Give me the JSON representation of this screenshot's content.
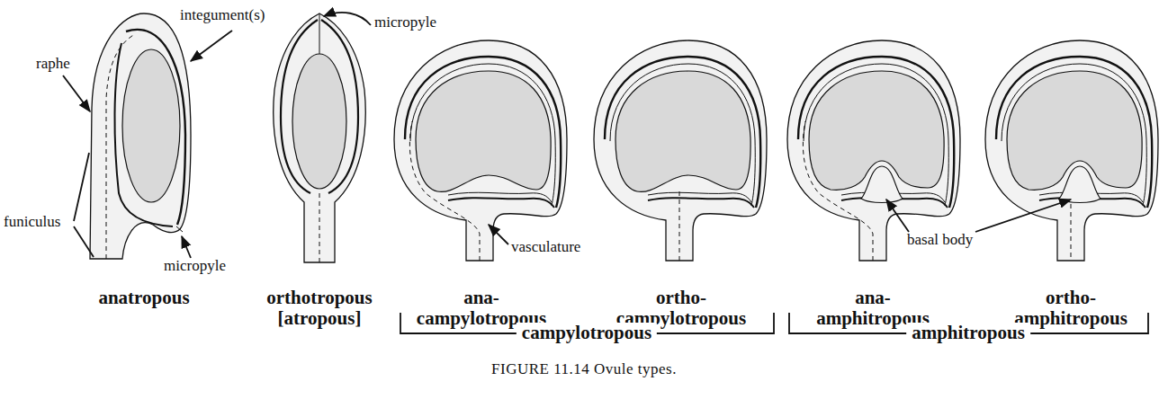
{
  "diagram": {
    "caption": "FIGURE 11.14 Ovule types.",
    "labels": [
      "integument(s)",
      "micropyle",
      "raphe",
      "funiculus",
      "vasculature",
      "basal body",
      "micropyle",
      "anatropous",
      "orthotropous [atropous]",
      "ana- campylotropous",
      "ortho- campylotropous",
      "ana- amphitropous",
      "ortho- amphitropous",
      "campylotropous",
      "amphitropous"
    ]
  }
}
